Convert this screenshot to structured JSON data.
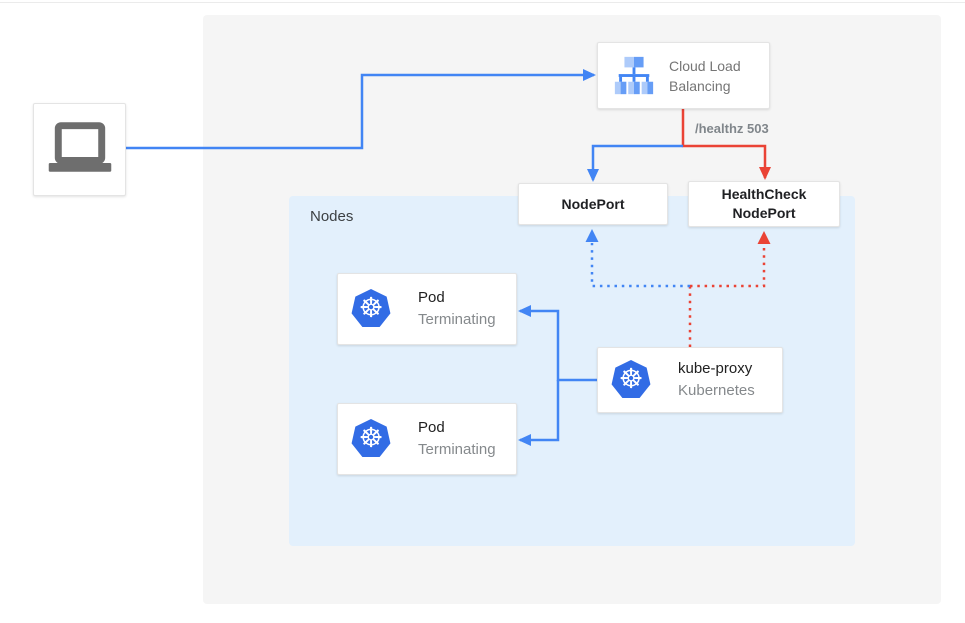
{
  "title": "Kubernetes load balancer health check diagram",
  "colors": {
    "flow_blue": "#4285f4",
    "flow_red": "#ea4335",
    "kubernetes_blue": "#326ce5",
    "panel_bg": "#f5f5f5",
    "nodes_bg": "#e3f0fc",
    "text_dark": "#212121",
    "text_gray": "#85898c",
    "healthz_gray": "#80868b"
  },
  "icons": {
    "client": "laptop-icon",
    "load_balancer": "load-balancer-icon",
    "kubernetes_glyph": "☸"
  },
  "nodes_group": {
    "label": "Nodes"
  },
  "boxes": {
    "load_balancer": {
      "label": "Cloud Load Balancing"
    },
    "node_port": {
      "label": "NodePort"
    },
    "health_check_node_port": {
      "label": "HealthCheck NodePort"
    },
    "pod_top": {
      "title": "Pod",
      "status": "Terminating"
    },
    "pod_bottom": {
      "title": "Pod",
      "status": "Terminating"
    },
    "kube_proxy": {
      "title": "kube-proxy",
      "subtitle": "Kubernetes"
    }
  },
  "labels": {
    "health_check_path": "/healthz 503"
  },
  "edges": [
    {
      "from": "client",
      "to": "cloud-load-balancing",
      "style": "solid",
      "color": "#4285f4"
    },
    {
      "from": "cloud-load-balancing",
      "to": "nodeport",
      "style": "solid",
      "color": "#4285f4"
    },
    {
      "from": "cloud-load-balancing",
      "to": "healthcheck-nodeport",
      "style": "solid",
      "color": "#ea4335",
      "label": "/healthz 503"
    },
    {
      "from": "kube-proxy",
      "to": "pod-top",
      "style": "solid",
      "color": "#4285f4"
    },
    {
      "from": "kube-proxy",
      "to": "pod-bottom",
      "style": "solid",
      "color": "#4285f4"
    },
    {
      "from": "kube-proxy",
      "to": "nodeport",
      "style": "dotted",
      "color": "#4285f4"
    },
    {
      "from": "kube-proxy",
      "to": "healthcheck-nodeport",
      "style": "dotted",
      "color": "#ea4335"
    }
  ]
}
